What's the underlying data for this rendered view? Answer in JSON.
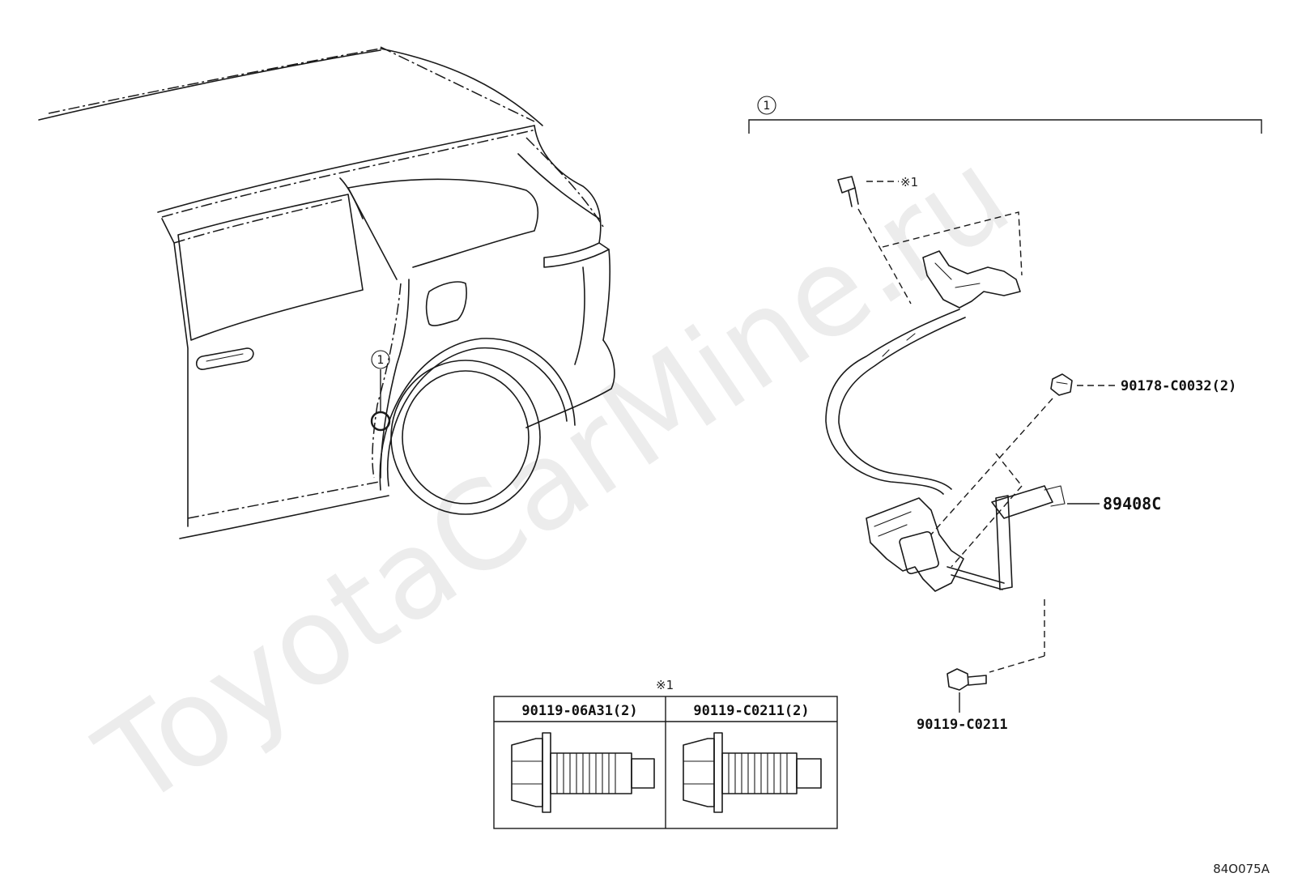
{
  "callouts": {
    "assembly": "1",
    "location": "1"
  },
  "fastener_note_mark": "※1",
  "parts": {
    "clip": "90178-C0032(2)",
    "sensor": "89408C",
    "bolt": "90119-C0211"
  },
  "bolt_table": {
    "marker": "※1",
    "columns": [
      "90119-06A31(2)",
      "90119-C0211(2)"
    ]
  },
  "watermark": "ToyotaCarMine.ru",
  "figure_id": "84O075A"
}
